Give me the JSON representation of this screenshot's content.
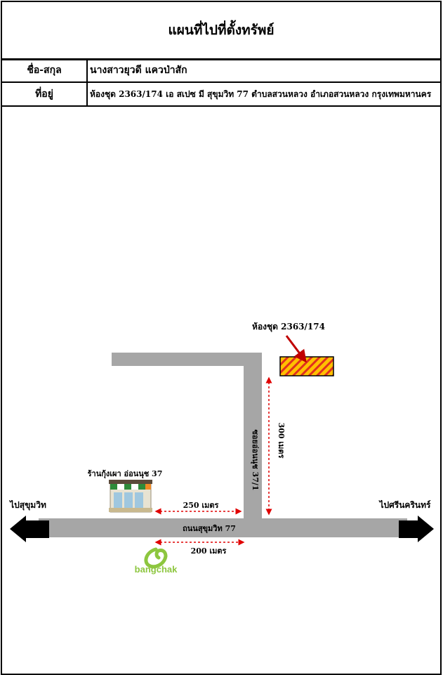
{
  "header": {
    "title": "แผนที่ไปที่ตั้งทรัพย์"
  },
  "info": {
    "name_label": "ชื่อ-สกุล",
    "name_value": "นางสาวยุวดี แควป่าสัก",
    "address_label": "ที่อยู่",
    "address_value": "ห้องชุด 2363/174 เอ สเปซ มี สุขุมวิท 77 ตำบลสวนหลวง อำเภอสวนหลวง กรุงเทพมหานคร"
  },
  "map": {
    "property_label": "ห้องชุด 2363/174",
    "soi_label": "ซอยอ่อนนุช 37/1",
    "soi_distance": "300 เมตร",
    "shop_label": "ร้านกุ้งเผา อ่อนนุช 37",
    "shop_distance": "250 เมตร",
    "main_road": "ถนนสุขุมวิท 77",
    "station_distance": "200 เมตร",
    "left_direction": "ไปสุขุมวิท",
    "right_direction": "ไปศรีนครินทร์",
    "station_logo": "bangchak",
    "colors": {
      "road": "#a6a6a6",
      "property_fill": "#ffc000",
      "property_hatch": "#e0301e",
      "arrow": "#c00000",
      "measure": "#e00000",
      "bangchak_green": "#8dc63f"
    }
  }
}
